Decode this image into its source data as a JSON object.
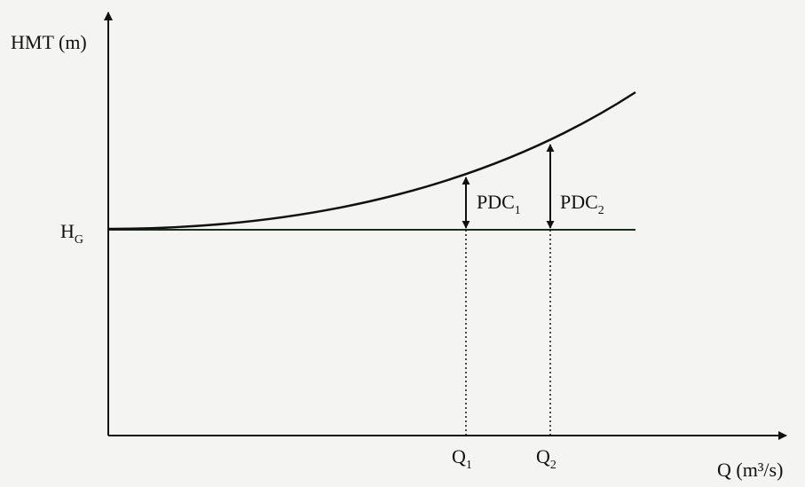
{
  "diagram": {
    "y_axis_label": "HMT (m)",
    "x_axis_label": "Q (m³/s)",
    "hg_label": {
      "main": "H",
      "sub": "G"
    },
    "pdc1_label": {
      "main": "PDC",
      "sub": "1"
    },
    "pdc2_label": {
      "main": "PDC",
      "sub": "2"
    },
    "q1_label": {
      "main": "Q",
      "sub": "1"
    },
    "q2_label": {
      "main": "Q",
      "sub": "2"
    },
    "colors": {
      "background": "#f4f4f2",
      "ink": "#111111",
      "hg_line": "#1f2a1f"
    }
  }
}
